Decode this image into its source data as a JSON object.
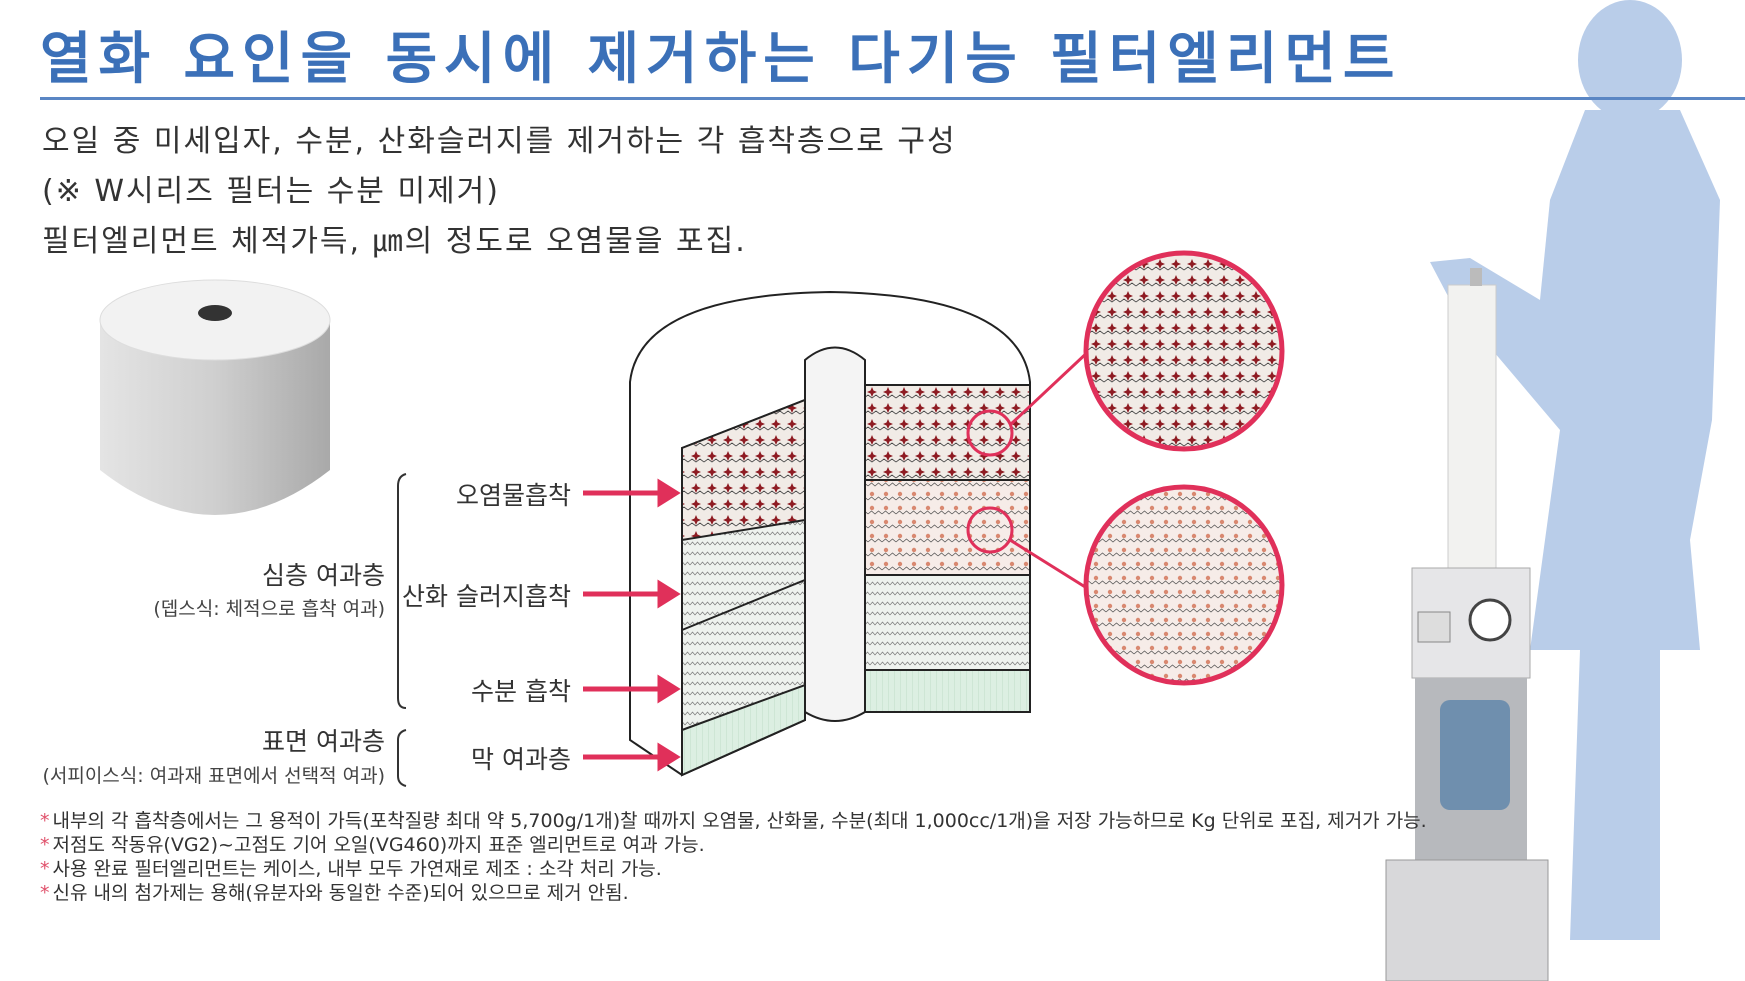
{
  "title": "열화 요인을 동시에 제거하는 다기능 필터엘리먼트",
  "subtitle_lines": [
    "오일 중 미세입자, 수분, 산화슬러지를 제거하는 각 흡착층으로 구성",
    "(※ W시리즈 필터는 수분 미제거)",
    "필터엘리먼트 체적가득,  ㎛의 정도로 오염물을 포집."
  ],
  "diagram": {
    "depth_layer": {
      "name": "심층 여과층",
      "desc": "(뎁스식: 체적으로 흡착 여과)"
    },
    "surface_layer": {
      "name": "표면 여과층",
      "desc": "(서피이스식: 여과재 표면에서 선택적 여과)"
    },
    "layers": [
      "오염물흡착",
      "산화 슬러지흡착",
      "수분 흡착",
      "막 여과층"
    ]
  },
  "notes": [
    "내부의 각 흡착층에서는 그 용적이 가득(포착질량 최대 약 5,700g/1개)찰 때까지  오염물, 산화물, 수분(최대 1,000cc/1개)을 저장 가능하므로 Kg 단위로 포집, 제거가 가능.",
    "저점도 작동유(VG2)~고점도 기어 오일(VG460)까지 표준 엘리먼트로 여과 가능.",
    "사용 완료 필터엘리먼트는 케이스, 내부 모두 가연재로 제조 :  소각 처리 가능.",
    "신유 내의 첨가제는 용해(유분자와 동일한 수준)되어 있으므로 제거 안됨."
  ],
  "note_marker": "*",
  "colors": {
    "title": "#3b70b8",
    "accent": "#e0305a",
    "silhouette": "#b9cde9"
  }
}
